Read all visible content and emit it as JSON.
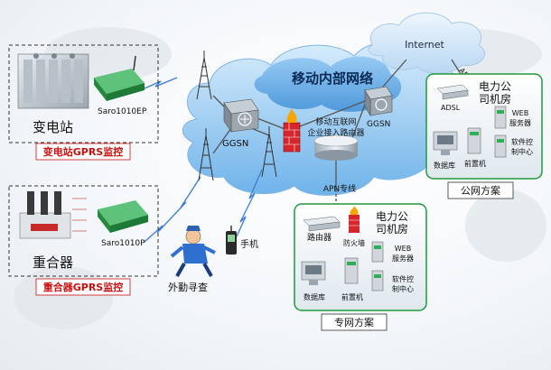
{
  "substation": {
    "label": "变电站",
    "device": "Saro1010EP",
    "caption": "变电站GPRS监控"
  },
  "recloser": {
    "label": "重合器",
    "device": "Saro1010P",
    "caption": "重合器GPRS监控"
  },
  "mobile_network": {
    "title": "移动内部网络",
    "ggsn_left": "GGSN",
    "ggsn_right": "GGSN",
    "enterprise_router": "移动互联网\n企业接入路由器",
    "apn": "APN专线"
  },
  "internet": {
    "label": "Internet",
    "adsl_link": "ADSL"
  },
  "field": {
    "patrol": "外勤寻查",
    "phone": "手机"
  },
  "public_scheme": {
    "room": "电力公\n司机房",
    "adsl": "ADSL",
    "web": "WEB\n服务器",
    "software": "软件控\n制中心",
    "frontend": "前置机",
    "database": "数据库",
    "caption": "公网方案"
  },
  "private_scheme": {
    "room": "电力公\n司机房",
    "router": "路由器",
    "firewall": "防火墙",
    "web": "WEB\n服务器",
    "software": "软件控\n制中心",
    "frontend": "前置机",
    "database": "数据库",
    "caption": "专网方案"
  },
  "colors": {
    "caption_red": "#cc1010",
    "cloud_blue": "#5aa0e0",
    "panel_green": "#1f9a3a",
    "device_green": "#2fae56"
  }
}
